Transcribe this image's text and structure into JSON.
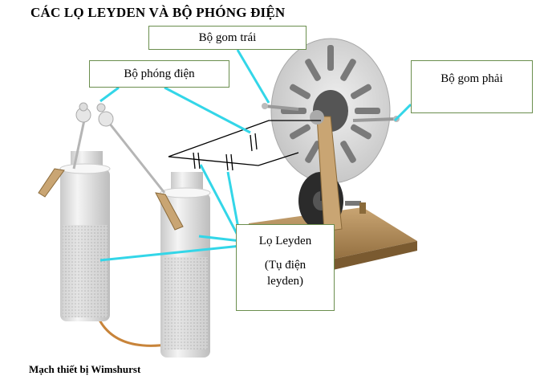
{
  "title": "CÁC LỌ LEYDEN VÀ BỘ PHÓNG ĐIỆN",
  "labels": {
    "left_collector": "Bộ gom trái",
    "discharger": "Bộ phóng điện",
    "right_collector": "Bộ gom phải",
    "leyden_jar": "Lọ Leyden",
    "leyden_sub_1": "(Tụ điện",
    "leyden_sub_2": "leyden)"
  },
  "footer": "Mạch thiết bị Wimshurst",
  "colors": {
    "callout_line": "#33d6e8",
    "box_border": "#6b8e4e",
    "jar_body": "#eeeeee",
    "wood": "#b08a55",
    "disc": "#dcdcdc",
    "wire": "#c8843a"
  }
}
